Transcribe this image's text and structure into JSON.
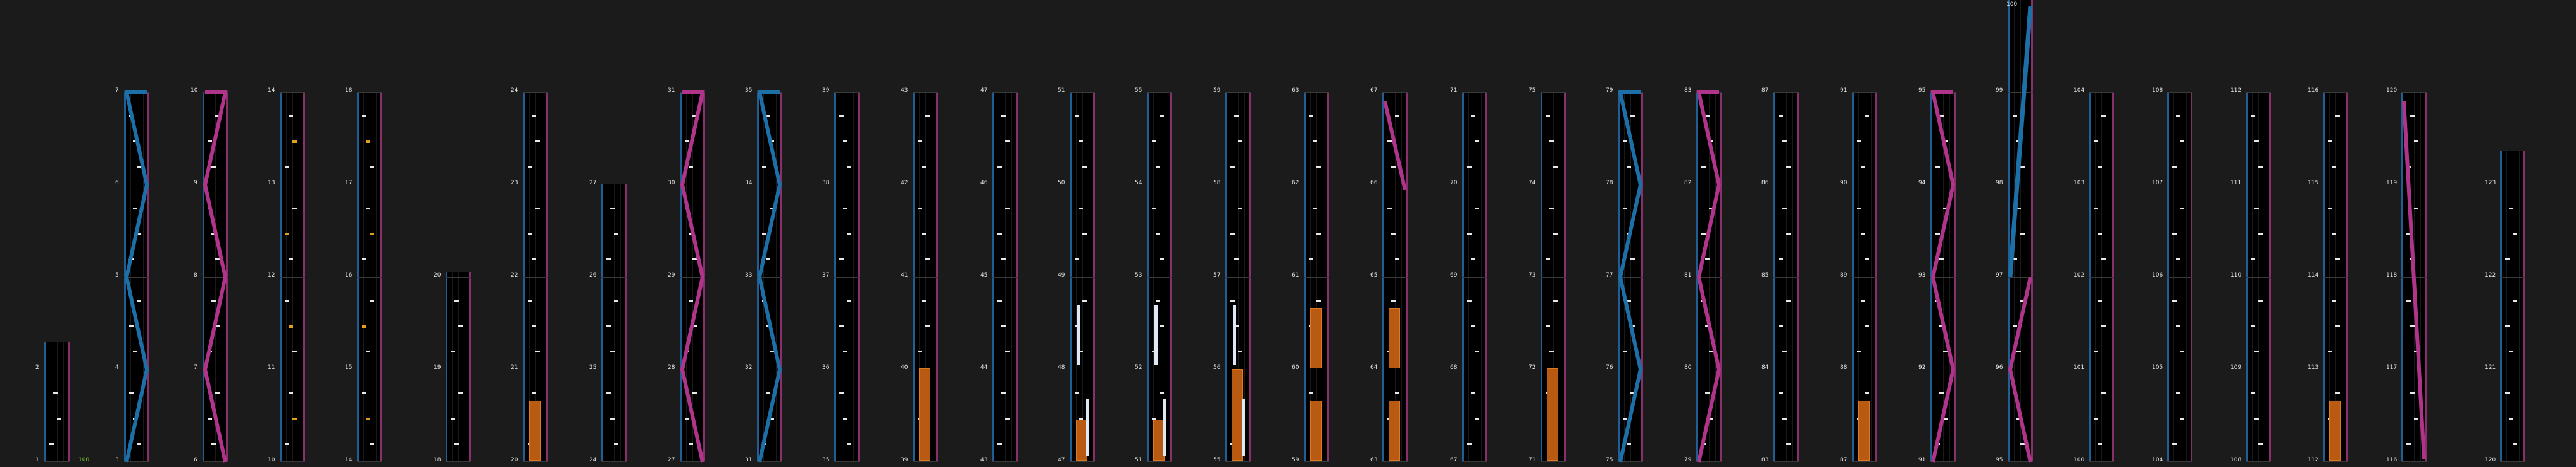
{
  "app": {
    "view": "lane-columns",
    "colors": {
      "background": "#1b1b1b",
      "lane": "#000000",
      "edge_left": "#1f5f95",
      "edge_right": "#8a2f6c",
      "diagonal_blue": "#1d6fa8",
      "diagonal_pink": "#b0348a",
      "block": "#b85a12",
      "accent_yellow": "#e0a01a",
      "accent_green": "#7cd63b"
    }
  },
  "groups": [
    {
      "labels": [
        "1",
        "2"
      ]
    },
    {
      "labels": [
        "3",
        "4",
        "5",
        "6",
        "7"
      ]
    },
    {
      "labels": [
        "6",
        "7",
        "8",
        "9",
        "10"
      ]
    },
    {
      "labels": [
        "10",
        "11",
        "12",
        "13",
        "14"
      ]
    },
    {
      "labels": [
        "14",
        "15",
        "16",
        "17",
        "18"
      ]
    },
    {
      "labels": [
        "18",
        "19",
        "20"
      ]
    },
    {
      "labels": [
        "20",
        "21",
        "22",
        "23",
        "24"
      ]
    },
    {
      "labels": [
        "24",
        "25",
        "26",
        "27"
      ]
    },
    {
      "labels": [
        "27",
        "28",
        "29",
        "30",
        "31"
      ]
    },
    {
      "labels": [
        "31",
        "32",
        "33",
        "34",
        "35"
      ]
    },
    {
      "labels": [
        "35",
        "36",
        "37",
        "38",
        "39"
      ]
    },
    {
      "labels": [
        "39",
        "40",
        "41",
        "42",
        "43"
      ]
    },
    {
      "labels": [
        "43",
        "44",
        "45",
        "46",
        "47"
      ]
    },
    {
      "labels": [
        "47",
        "48",
        "49",
        "50",
        "51"
      ]
    },
    {
      "labels": [
        "51",
        "52",
        "53",
        "54",
        "55"
      ]
    },
    {
      "labels": [
        "55",
        "56",
        "57",
        "58",
        "59"
      ]
    },
    {
      "labels": [
        "59",
        "60",
        "61",
        "62",
        "63"
      ]
    },
    {
      "labels": [
        "63",
        "64",
        "65",
        "66",
        "67"
      ]
    },
    {
      "labels": [
        "67",
        "68",
        "69",
        "70",
        "71"
      ]
    },
    {
      "labels": [
        "71",
        "72",
        "73",
        "74",
        "75"
      ]
    },
    {
      "labels": [
        "75",
        "76",
        "77",
        "78",
        "79"
      ]
    },
    {
      "labels": [
        "79",
        "80",
        "81",
        "82",
        "83"
      ]
    },
    {
      "labels": [
        "83",
        "84",
        "85",
        "86",
        "87"
      ]
    },
    {
      "labels": [
        "87",
        "88",
        "89",
        "90",
        "91"
      ]
    },
    {
      "labels": [
        "91",
        "92",
        "93",
        "94",
        "95"
      ]
    },
    {
      "labels": [
        "95",
        "96",
        "97",
        "98",
        "99"
      ]
    },
    {
      "labels": [
        "100",
        "101",
        "102",
        "103",
        "104"
      ]
    },
    {
      "labels": [
        "104",
        "105",
        "106",
        "107",
        "108"
      ]
    },
    {
      "labels": [
        "108",
        "109",
        "110",
        "111",
        "112"
      ]
    },
    {
      "labels": [
        "112",
        "113",
        "114",
        "115",
        "116"
      ]
    },
    {
      "labels": [
        "116",
        "117",
        "118",
        "119",
        "120"
      ]
    },
    {
      "labels": [
        "120",
        "121",
        "122",
        "123"
      ]
    }
  ],
  "extra_labels": [
    "100",
    "100"
  ]
}
